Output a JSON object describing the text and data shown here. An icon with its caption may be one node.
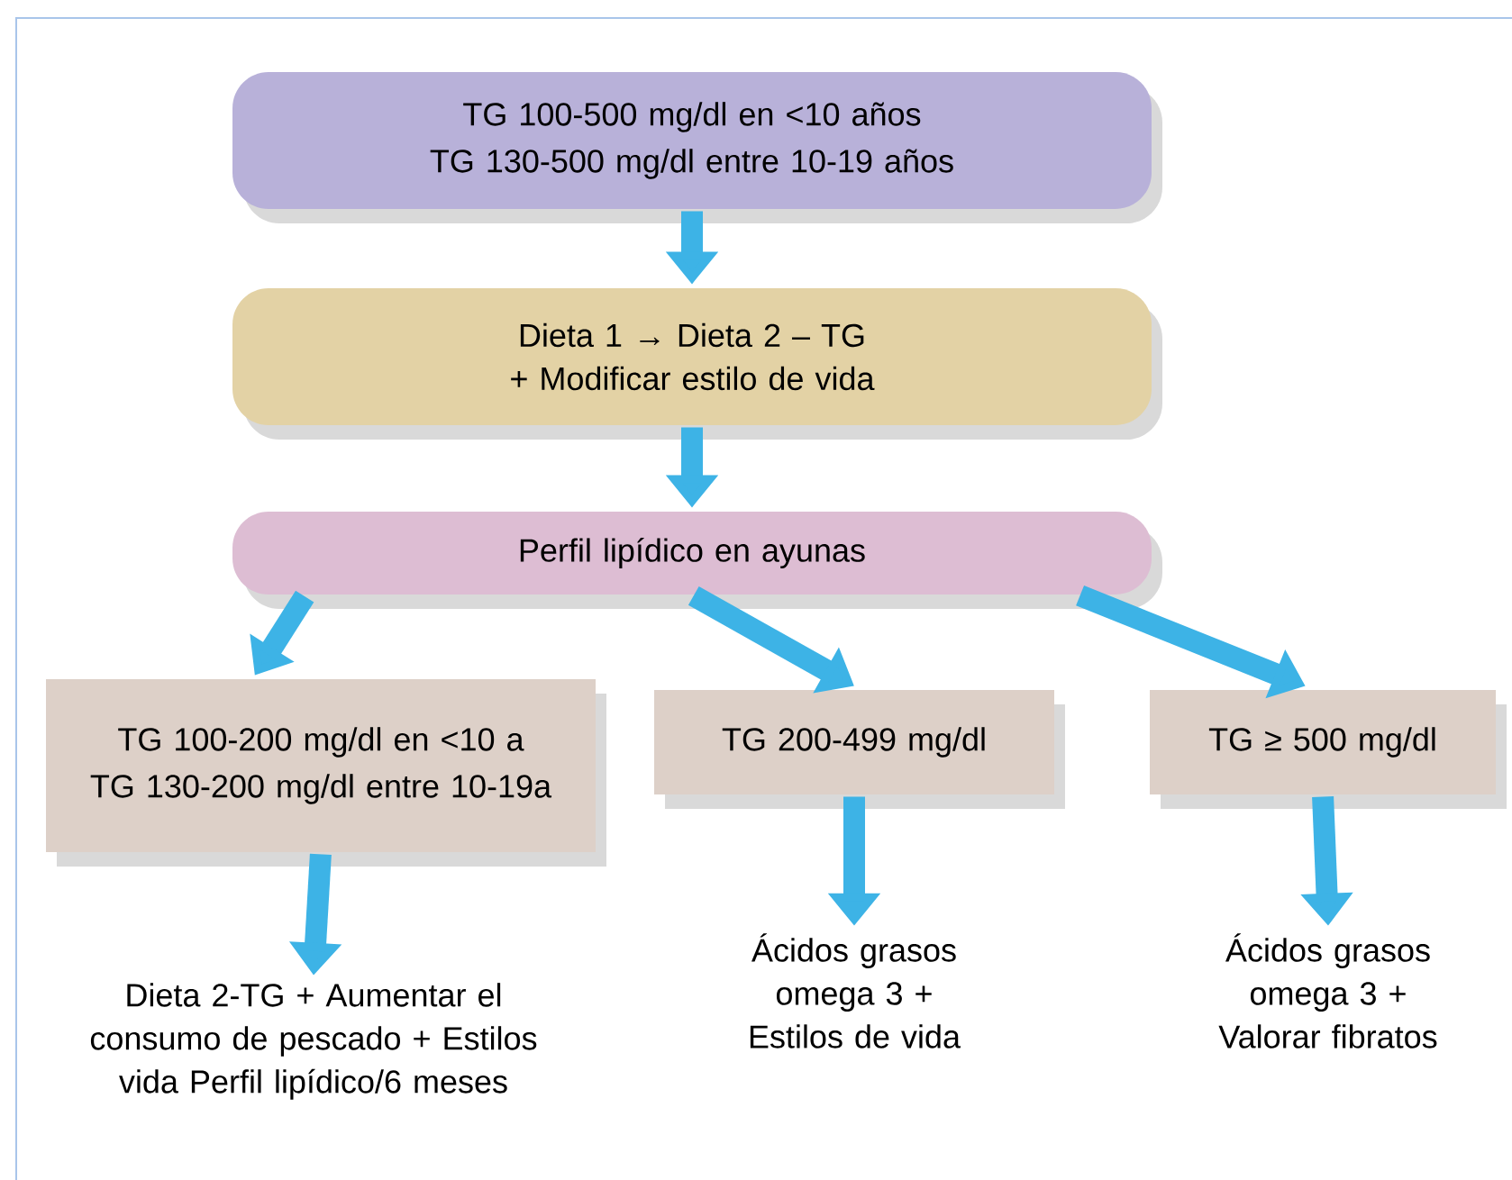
{
  "diagram": {
    "nodes": [
      {
        "text": [
          "TG 100-500 mg/dl en <10 años",
          "TG 130-500 mg/dl entre 10-19 años"
        ]
      },
      {
        "text": [
          "Dieta 1 → Dieta 2 – TG + Modificar estilo de vida"
        ]
      },
      {
        "text": [
          "Perfil lipídico en ayunas"
        ]
      },
      {
        "text": [
          "TG 100-200 mg/dl en <10 a",
          "TG 130-200 mg/dl entre 10-19a"
        ]
      },
      {
        "text": [
          "TG 200-499 mg/dl"
        ]
      },
      {
        "text": [
          "TG ≥ 500 mg/dl"
        ]
      },
      {
        "text": [
          "Dieta 2-TG + Aumentar el consumo de pescado + Estilos vida Perfil lipídico/6 meses"
        ]
      },
      {
        "text": [
          "Ácidos grasos omega 3 + Estilos de vida"
        ]
      },
      {
        "text": [
          "Ácidos grasos omega 3 + Valorar fibratos"
        ]
      }
    ],
    "edges": [
      {
        "from": 0,
        "to": 1,
        "arrow": "to"
      },
      {
        "from": 1,
        "to": 2,
        "arrow": "to"
      },
      {
        "from": 2,
        "to": 3,
        "arrow": "to"
      },
      {
        "from": 2,
        "to": 4,
        "arrow": "to"
      },
      {
        "from": 2,
        "to": 5,
        "arrow": "to"
      },
      {
        "from": 3,
        "to": 6,
        "arrow": "to"
      },
      {
        "from": 4,
        "to": 7,
        "arrow": "to"
      },
      {
        "from": 5,
        "to": 8,
        "arrow": "to"
      }
    ]
  }
}
